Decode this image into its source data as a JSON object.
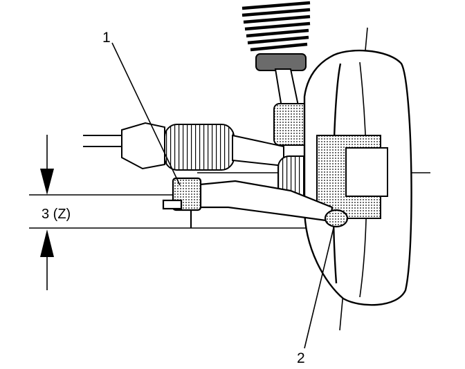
{
  "labels": {
    "callout_1": "1",
    "callout_2": "2",
    "dimension": "3 (Z)"
  },
  "colors": {
    "ink": "#000000",
    "paper": "#ffffff",
    "shade": "#6b6b6b"
  }
}
